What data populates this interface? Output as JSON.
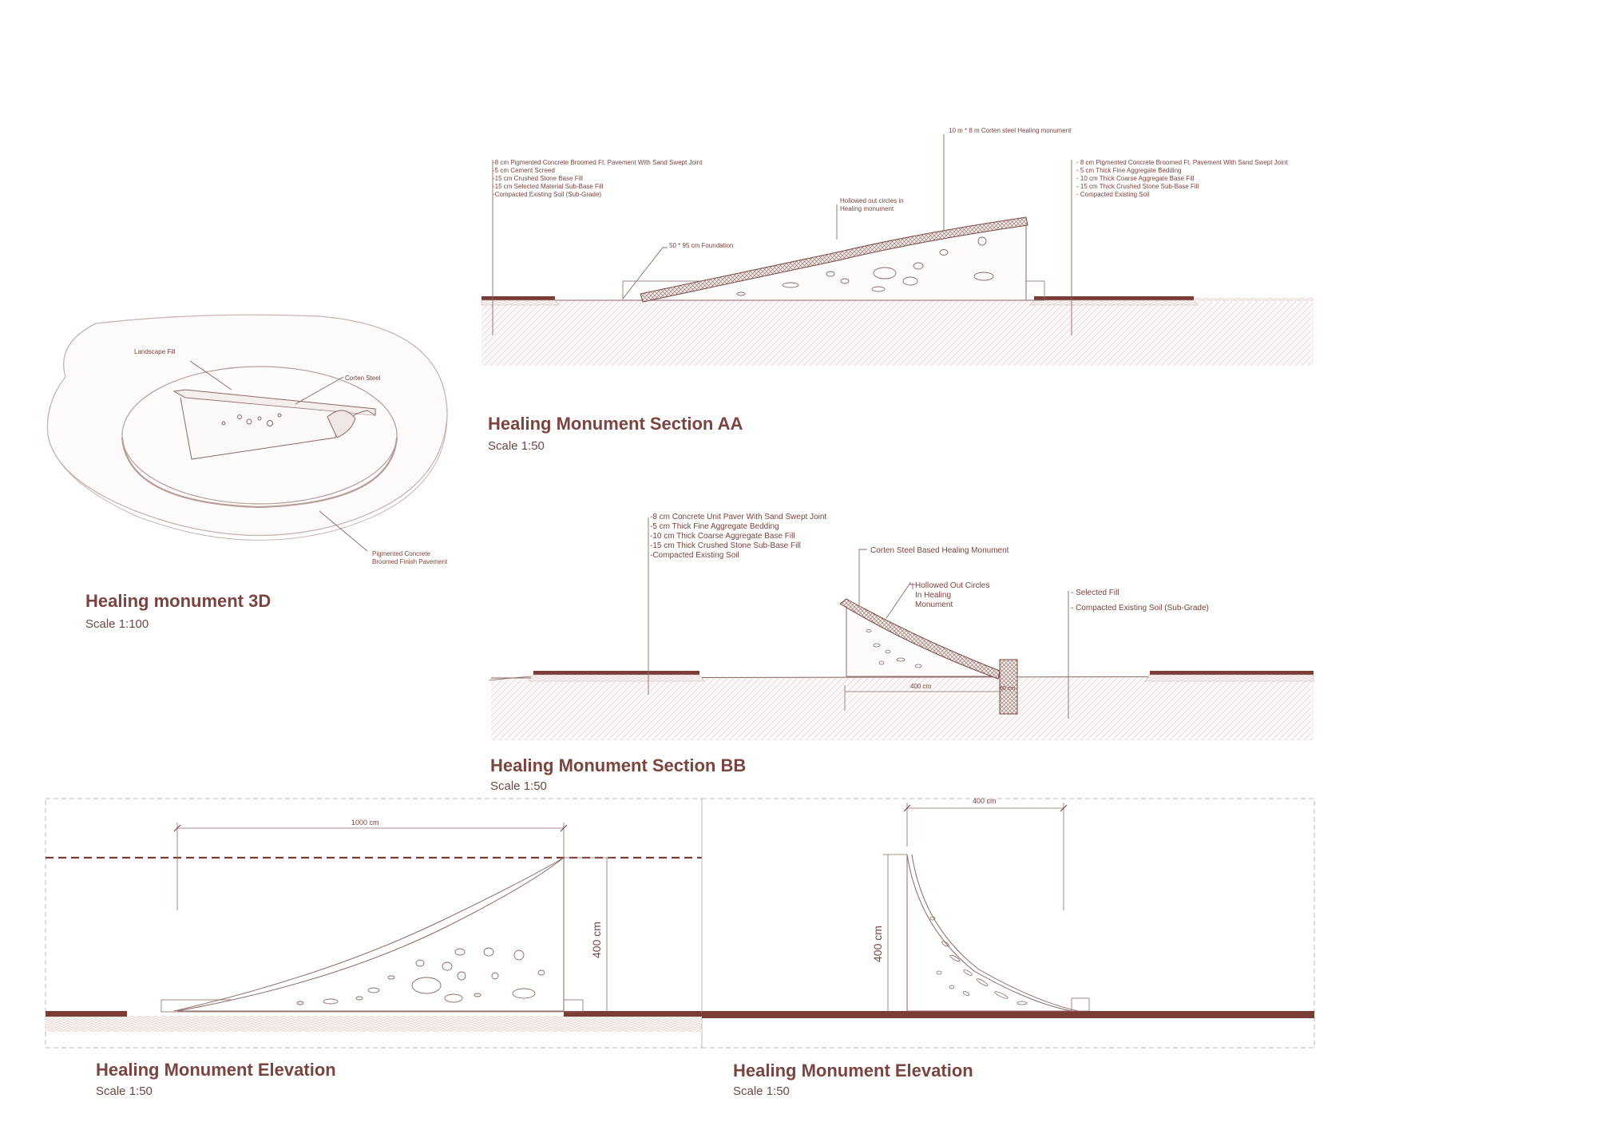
{
  "colors": {
    "accent": "#7a3c35",
    "line": "#8c6a66",
    "fill_light": "#f6f0ef",
    "hatch": "#e6dcda"
  },
  "drawings": {
    "view_3d": {
      "title": "Healing monument 3D",
      "scale": "Scale 1:100",
      "labels": {
        "landscape_fill": "Landscape Fill",
        "corten_steel": "Corten Steel",
        "pavement_1": "Pigmented Concrete",
        "pavement_2": "Broomed Finish Pavement"
      }
    },
    "section_aa": {
      "title": "Healing Monument Section AA",
      "scale": "Scale 1:50",
      "top_note": "10 m * 8 m Corten steel Healing monument",
      "hollow_note": [
        "Hollowed out circles in",
        "Healing monument"
      ],
      "foundation_note": "50 * 95 cm Foundation",
      "left_layers": [
        "-8 cm Pigmented Concrete Broomed Ft. Pavement With Sand Swept Joint",
        "-5 cm Cement Screed",
        "-15 cm Crushed Stone Base Fill",
        "-15 cm Selected Material Sub-Base Fill",
        "-Compacted Existing Soil (Sub-Grade)"
      ],
      "right_layers": [
        "- 8 cm Pigmented Concrete Broomed Ft. Pavement With Sand Swept Joint",
        "- 5 cm Thick Fine Aggregate Bedding",
        "- 10 cm Thick Coarse Aggregate Base Fill",
        "- 15 cm Thick Crushed Stone Sub-Base Fill",
        "- Compacted Existing Soil"
      ]
    },
    "section_bb": {
      "title": "Healing Monument Section BB",
      "scale": "Scale 1:50",
      "layers": [
        "-8 cm Concrete Unit Paver With Sand Swept Joint",
        "-5 cm Thick Fine Aggregate Bedding",
        "-10 cm Thick Coarse Aggregate Base Fill",
        "-15 cm Thick Crushed Stone Sub-Base Fill",
        "-Compacted Existing Soil"
      ],
      "monument_note": "Corten Steel Based Healing Monument",
      "hollow_note": [
        "Hollowed Out Circles",
        "In Healing",
        "Monument"
      ],
      "selected_fill": "- Selected Fill",
      "compacted_soil": "- Compacted Existing Soil (Sub-Grade)",
      "dim_width": "400 cm",
      "dim_foundation": "60 cm"
    },
    "elevation_1": {
      "title": "Healing Monument Elevation",
      "scale": "Scale 1:50",
      "dim_width": "1000 cm",
      "dim_height": "400 cm"
    },
    "elevation_2": {
      "title": "Healing Monument Elevation",
      "scale": "Scale 1:50",
      "dim_width": "400 cm",
      "dim_height": "400 cm"
    }
  }
}
